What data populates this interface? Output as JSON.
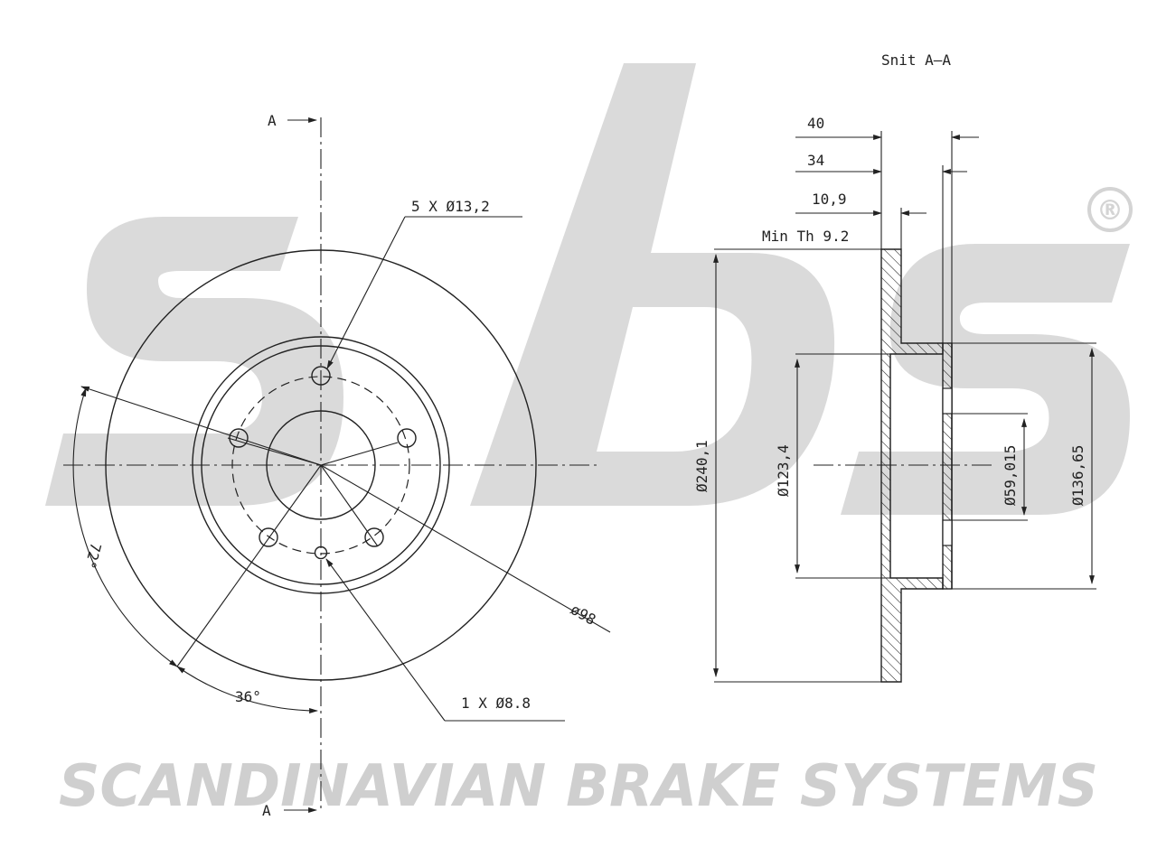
{
  "watermark": {
    "logo_text": "sbs",
    "registered_mark": "®",
    "company_name": "SCANDINAVIAN BRAKE SYSTEMS",
    "color": "#d4d4d4"
  },
  "front_view": {
    "section_mark_top": "A",
    "section_mark_bottom": "A",
    "bolt_holes_label": "5 X Ø13,2",
    "pin_hole_label": "1 X Ø8.8",
    "pcd_label": "ø98",
    "angle_72_label": "72°",
    "angle_36_label": "36°"
  },
  "section_view": {
    "title": "Snit A–A",
    "dim_overall_height": "40",
    "dim_disc_thickness": "34",
    "dim_thickness": "10,9",
    "min_thickness": "Min Th 9.2",
    "dia_outer": "Ø240,1",
    "dia_hat": "Ø123,4",
    "dia_center_bore": "Ø59,015",
    "dia_flange": "Ø136,65"
  },
  "colors": {
    "line": "#222222",
    "watermark": "#d4d4d4"
  }
}
